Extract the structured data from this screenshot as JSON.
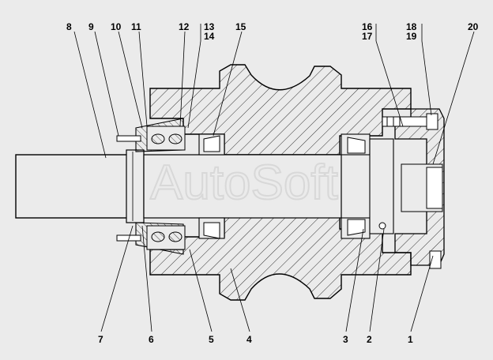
{
  "watermark": "AutoSoft",
  "top_labels": [
    "8",
    "9",
    "10",
    "11",
    "12",
    "13",
    "14",
    "15",
    "16",
    "17",
    "18",
    "19",
    "20"
  ],
  "bottom_labels": [
    "7",
    "6",
    "5",
    "4",
    "3",
    "2",
    "1"
  ],
  "colors": {
    "background": "#ebebeb",
    "line": "#000000",
    "watermark": "#d8d8d8"
  }
}
